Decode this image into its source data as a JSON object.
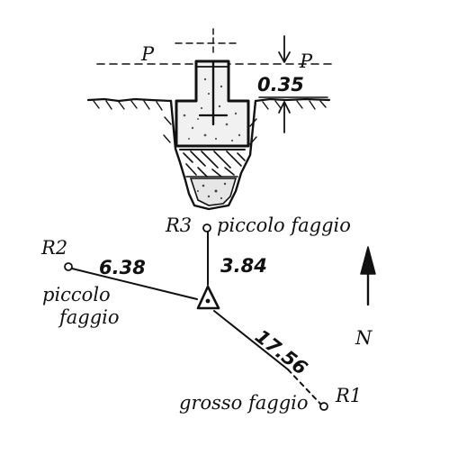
{
  "colors": {
    "ink": "#111111",
    "paper": "#ffffff",
    "concrete": "#e6e6e6"
  },
  "section": {
    "load_label_left": "P",
    "load_label_right": "P",
    "depth_label": "0.35"
  },
  "references": {
    "r3": {
      "label": "R3",
      "tree": "piccolo faggio",
      "distance": "3.84"
    },
    "r2": {
      "label": "R2",
      "tree_line1": "piccolo",
      "tree_line2": "faggio",
      "distance": "6.38"
    },
    "r1": {
      "label": "R1",
      "tree": "grosso faggio",
      "distance": "17.56"
    }
  },
  "north": {
    "label": "N",
    "icon": "north-arrow-icon"
  }
}
